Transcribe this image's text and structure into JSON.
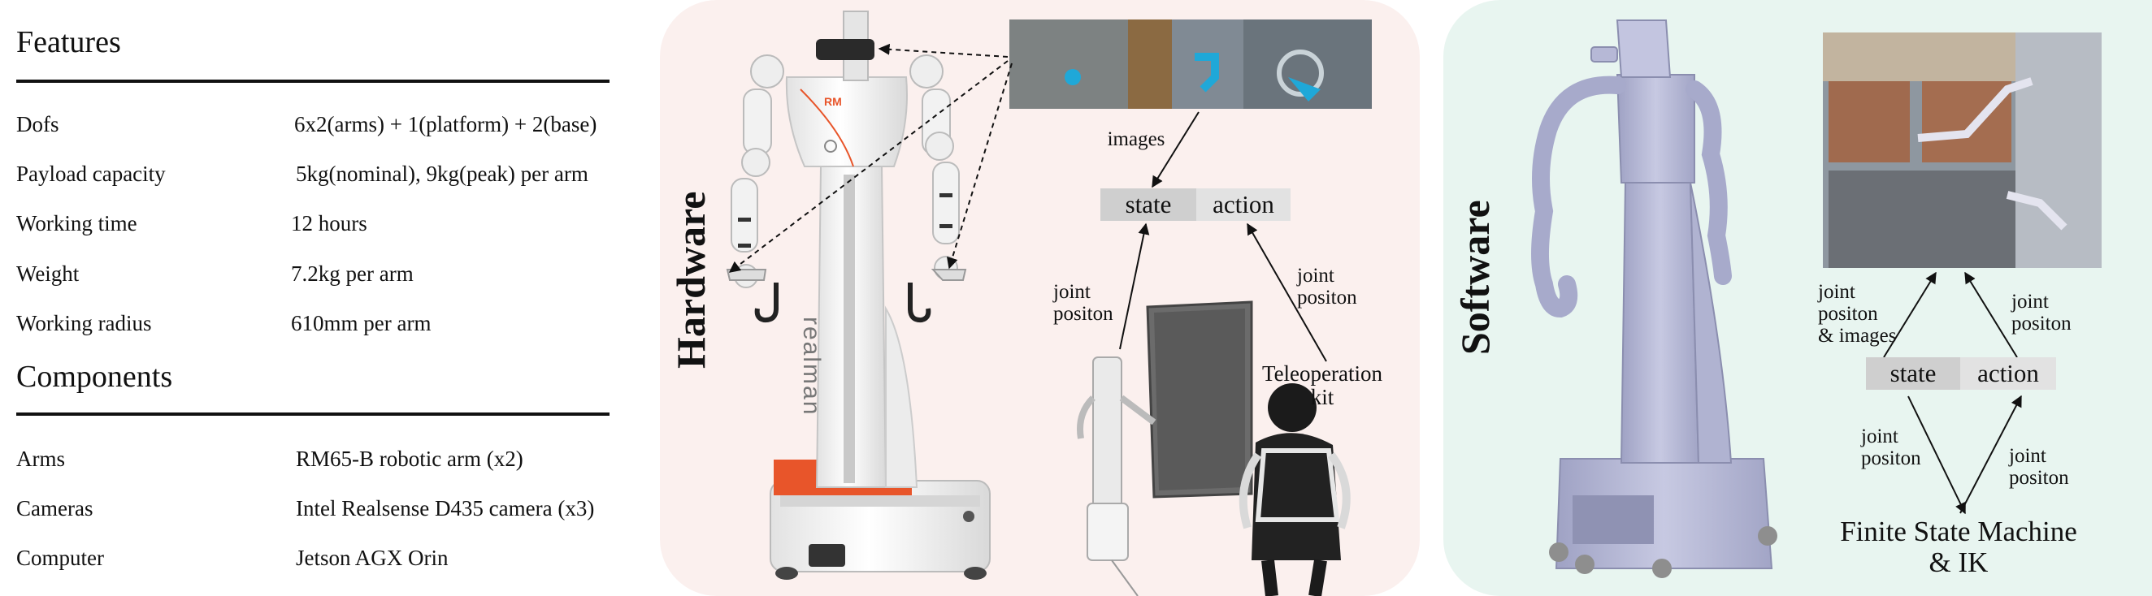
{
  "features": {
    "title": "Features",
    "rows": [
      {
        "label": "Dofs",
        "value": "6x2(arms) + 1(platform) + 2(base)"
      },
      {
        "label": "Payload capacity",
        "value": "5kg(nominal), 9kg(peak) per arm"
      },
      {
        "label": "Working time",
        "value": "12 hours"
      },
      {
        "label": "Weight",
        "value": "7.2kg per arm"
      },
      {
        "label": "Working radius",
        "value": "610mm per arm"
      }
    ]
  },
  "components": {
    "title": "Components",
    "rows": [
      {
        "label": "Arms",
        "value": "RM65-B robotic arm (x2)"
      },
      {
        "label": "Cameras",
        "value": "Intel Realsense D435 camera (x3)"
      },
      {
        "label": "Computer",
        "value": "Jetson AGX Orin"
      }
    ]
  },
  "hardware": {
    "title": "Hardware",
    "robot_brand": "realman",
    "logo_text": "RM",
    "images_label": "images",
    "state_label": "state",
    "action_label": "action",
    "joint_position_left": "joint\npositon",
    "joint_position_right": "joint\npositon",
    "teleop_label": "Teleoperation\nkit"
  },
  "software": {
    "title": "Software",
    "joint_images_label": "joint\npositon\n& images",
    "joint_position_top_right": "joint\npositon",
    "state_label": "state",
    "action_label": "action",
    "joint_position_bottom_left": "joint\npositon",
    "joint_position_bottom_right": "joint\npositon",
    "fsm_label": "Finite State Machine\n& IK"
  },
  "colors": {
    "hardware_bg": "#fbf0ee",
    "software_bg": "#e8f5f0",
    "robot_body": "#f4f4f4",
    "robot_accent": "#e8552a",
    "sim_robot": "#b8bad4",
    "state_box": "#cfcfcf",
    "action_box": "#e2e2e2"
  }
}
